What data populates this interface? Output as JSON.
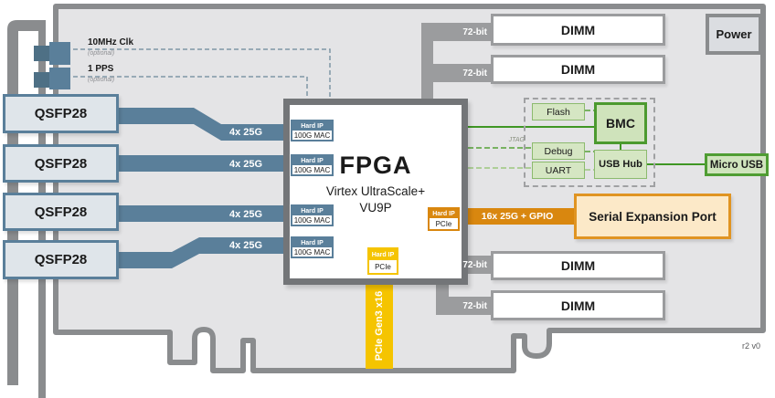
{
  "clock_inputs": [
    {
      "label": "10MHz Clk",
      "note": "(optional)"
    },
    {
      "label": "1 PPS",
      "note": "(optional)"
    }
  ],
  "qsfp": {
    "ports": [
      "QSFP28",
      "QSFP28",
      "QSFP28",
      "QSFP28"
    ],
    "link_labels": [
      "4x 25G",
      "4x 25G",
      "4x 25G",
      "4x 25G"
    ]
  },
  "fpga": {
    "name": "FPGA",
    "family": "Virtex UltraScale+",
    "part": "VU9P",
    "mac_blocks": [
      {
        "header": "Hard IP",
        "body": "100G MAC"
      },
      {
        "header": "Hard IP",
        "body": "100G MAC"
      },
      {
        "header": "Hard IP",
        "body": "100G MAC"
      },
      {
        "header": "Hard IP",
        "body": "100G MAC"
      }
    ],
    "pcie_bottom": {
      "header": "Hard IP",
      "body": "PCIe"
    },
    "pcie_right": {
      "header": "Hard IP",
      "body": "PCIe"
    }
  },
  "memory": {
    "dimms": [
      {
        "label": "DIMM",
        "bus": "72-bit"
      },
      {
        "label": "DIMM",
        "bus": "72-bit"
      },
      {
        "label": "DIMM",
        "bus": "72-bit"
      },
      {
        "label": "DIMM",
        "bus": "72-bit"
      }
    ]
  },
  "power": {
    "label": "Power"
  },
  "pcie_edge": {
    "label": "PCIe Gen3 x16"
  },
  "expansion": {
    "bus_label": "16x 25G + GPIO",
    "port_label": "Serial Expansion Port"
  },
  "management": {
    "flash": "Flash",
    "bmc": "BMC",
    "debug": "Debug",
    "uart": "UART",
    "usb_hub": "USB Hub",
    "micro_usb": "Micro USB",
    "jtag": "JTAG"
  },
  "revision": "r2 v0",
  "colors": {
    "board_fill": "#e4e4e6",
    "outline_gray": "#8a8c8e",
    "bus_gray": "#9b9c9e",
    "steel_blue": "#5a7f9a",
    "yellow": "#f5c400",
    "orange": "#d9870f",
    "orange_border": "#e09422",
    "green": "#4c9a2f",
    "green_fill": "#d5e6c3",
    "cream": "#fce9c8"
  }
}
